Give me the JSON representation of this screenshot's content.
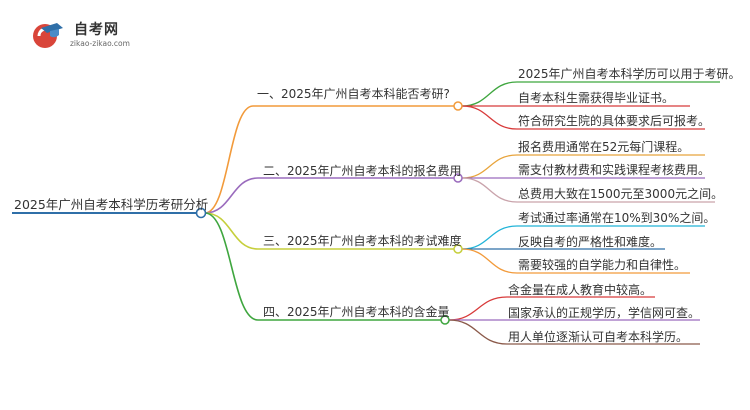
{
  "logo": {
    "title": "自考网",
    "url": "zikao-zikao.com",
    "icon": "graduation-cap-icon"
  },
  "root": {
    "label": "2025年广州自考本科学历考研分析",
    "color": "#2f6fa8"
  },
  "branches": [
    {
      "label": "一、2025年广州自考本科能否考研?",
      "color": "#f29a3a",
      "children": [
        {
          "label": "2025年广州自考本科学历可以用于考研。",
          "color": "#3fa63f"
        },
        {
          "label": "自考本科生需获得毕业证书。",
          "color": "#d83a3a"
        },
        {
          "label": "符合研究生院的具体要求后可报考。",
          "color": "#d83a3a"
        }
      ]
    },
    {
      "label": "二、2025年广州自考本科的报名费用",
      "color": "#9a6bbd",
      "children": [
        {
          "label": "报名费用通常在52元每门课程。",
          "color": "#e8a43c"
        },
        {
          "label": "需支付教材费和实践课程考核费用。",
          "color": "#9a6bbd"
        },
        {
          "label": "总费用大致在1500元至3000元之间。",
          "color": "#c9a3ab"
        }
      ]
    },
    {
      "label": "三、2025年广州自考本科的考试难度",
      "color": "#c6cf3c",
      "children": [
        {
          "label": "考试通过率通常在10%到30%之间。",
          "color": "#22b4d8"
        },
        {
          "label": "反映自考的严格性和难度。",
          "color": "#2f6fa8"
        },
        {
          "label": "需要较强的自学能力和自律性。",
          "color": "#f29a3a"
        }
      ]
    },
    {
      "label": "四、2025年广州自考本科的含金量",
      "color": "#3fa63f",
      "children": [
        {
          "label": "含金量在成人教育中较高。",
          "color": "#d83a3a"
        },
        {
          "label": "国家承认的正规学历，学信网可查。",
          "color": "#9a6bbd"
        },
        {
          "label": "用人单位逐渐认可自考本科学历。",
          "color": "#8b5a4a"
        }
      ]
    }
  ]
}
